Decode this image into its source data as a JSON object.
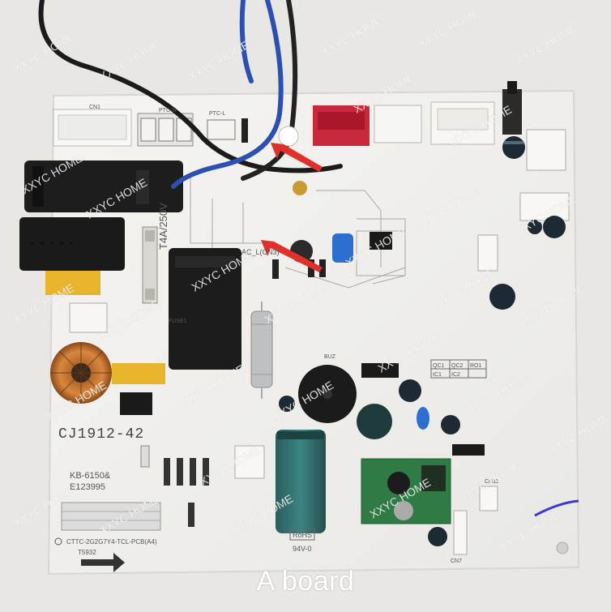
{
  "caption": "A board",
  "watermark": "XXYC HOME",
  "colors": {
    "board": "#f2f1ee",
    "background": "#e9e7e4",
    "relay": "#1d1d1d",
    "capacitor_blue": "#2f6b6a",
    "capacitor_black": "#1e2a33",
    "module_green": "#2f7a45",
    "connector_red": "#c8283c",
    "wire_blue": "#2c4fb2",
    "arrow_red": "#e0302c"
  },
  "silkscreen": {
    "code": "CJ1912-42",
    "model": "KB-6150&",
    "serial": "E123995",
    "pcb_name": "CTTC-2G2G7Y4-TCL-PCB(A4)",
    "rohs": "RoHS",
    "rating": "94V-0",
    "fuse": "T4A/250V",
    "ac_label": "AC_L(CN3)",
    "cn1": "CN1",
    "ptc_n": "PTC-N",
    "ptc_l": "PTC-L",
    "buz": "BUZ",
    "table_a": "QC1",
    "table_b": "QC2",
    "table_c": "RO1",
    "table_d": "IC1",
    "table_e": "IC2",
    "date": "T5932",
    "cn11": "CN11",
    "cn7": "CN7",
    "fuse1": "FUSE1"
  }
}
